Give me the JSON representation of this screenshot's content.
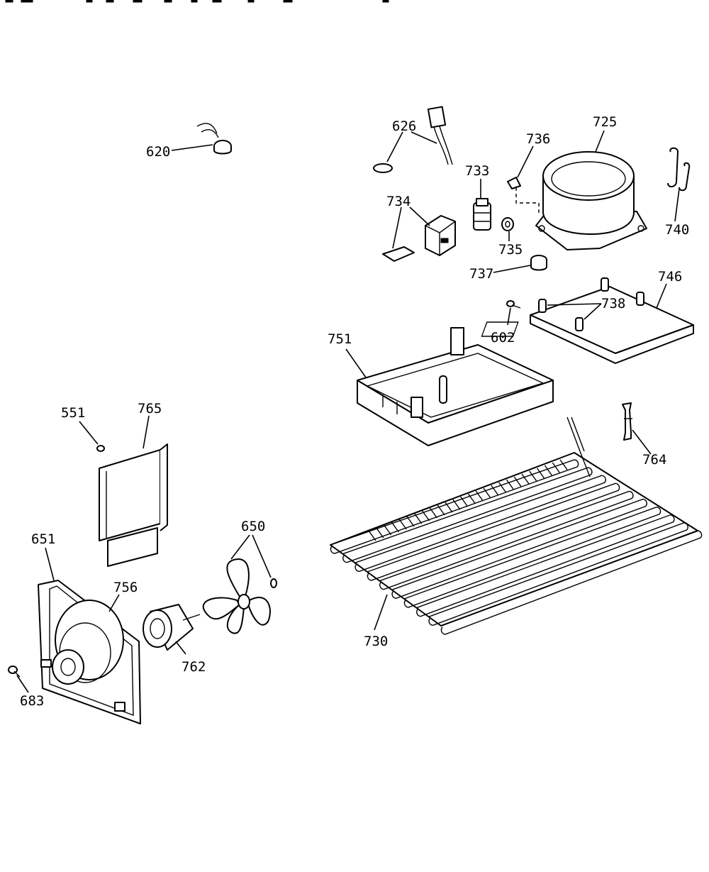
{
  "diagram": {
    "parts": [
      {
        "key": "p620",
        "label": "620",
        "icon": "relay-capacitor-icon"
      },
      {
        "key": "p626",
        "label": "626",
        "icon": "power-cord-icon"
      },
      {
        "key": "p725",
        "label": "725",
        "icon": "compressor-icon"
      },
      {
        "key": "p736",
        "label": "736",
        "icon": "clip-icon"
      },
      {
        "key": "p733",
        "label": "733",
        "icon": "overload-protector-icon"
      },
      {
        "key": "p734",
        "label": "734",
        "icon": "relay-cover-icon"
      },
      {
        "key": "p735",
        "label": "735",
        "icon": "grommet-icon"
      },
      {
        "key": "p737",
        "label": "737",
        "icon": "mounting-grommet-icon"
      },
      {
        "key": "p740",
        "label": "740",
        "icon": "hanger-icon"
      },
      {
        "key": "p746",
        "label": "746",
        "icon": "base-plate-icon"
      },
      {
        "key": "p738",
        "label": "738",
        "icon": "stud-icon"
      },
      {
        "key": "p602",
        "label": "602",
        "icon": "screw-icon"
      },
      {
        "key": "p751",
        "label": "751",
        "icon": "drain-pan-icon"
      },
      {
        "key": "p764",
        "label": "764",
        "icon": "spacer-icon"
      },
      {
        "key": "p551",
        "label": "551",
        "icon": "screw-icon"
      },
      {
        "key": "p765",
        "label": "765",
        "icon": "bracket-icon"
      },
      {
        "key": "p651",
        "label": "651",
        "icon": "fan-blade-icon"
      },
      {
        "key": "p756",
        "label": "756",
        "icon": "fan-shroud-icon"
      },
      {
        "key": "p762",
        "label": "762",
        "icon": "shroud-frame-icon"
      },
      {
        "key": "p650",
        "label": "650",
        "icon": "fan-motor-icon"
      },
      {
        "key": "p683",
        "label": "683",
        "icon": "screw-icon"
      },
      {
        "key": "p730",
        "label": "730",
        "icon": "condenser-coil-icon"
      }
    ]
  }
}
